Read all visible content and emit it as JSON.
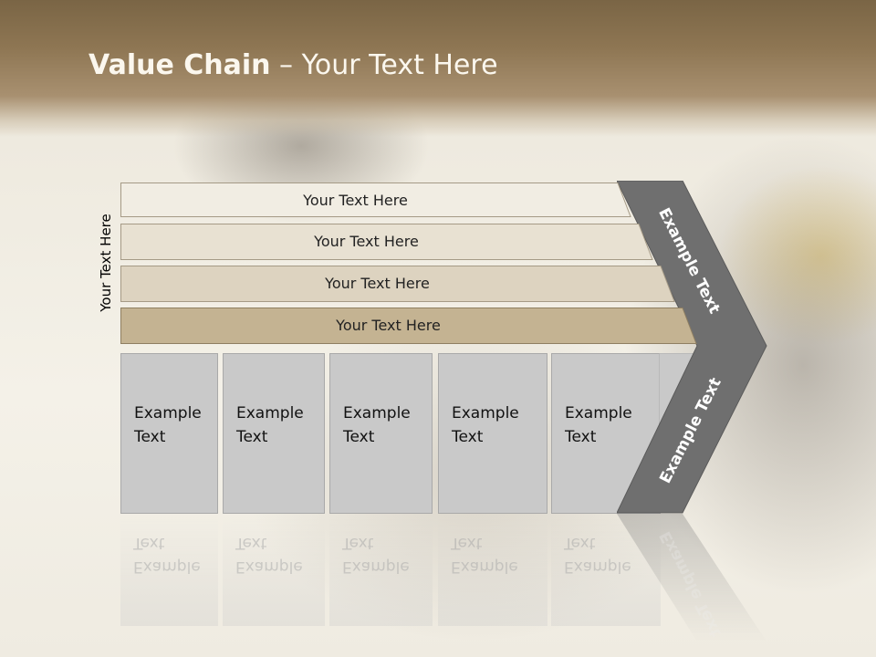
{
  "slide": {
    "title_bold": "Value Chain",
    "title_rest": " – Your Text Here",
    "side_label": "Your Text Here",
    "rows": [
      {
        "label": "Your Text Here",
        "color": "#f1ede3"
      },
      {
        "label": "Your Text Here",
        "color": "#e8e1d2"
      },
      {
        "label": "Your Text Here",
        "color": "#ddd3c0"
      },
      {
        "label": "Your Text Here",
        "color": "#c4b392"
      }
    ],
    "boxes": [
      {
        "line1": "Example",
        "line2": "Text"
      },
      {
        "line1": "Example",
        "line2": "Text"
      },
      {
        "line1": "Example",
        "line2": "Text"
      },
      {
        "line1": "Example",
        "line2": "Text"
      },
      {
        "line1": "Example",
        "line2": "Text"
      }
    ],
    "chevron_top_label": "Example Text",
    "chevron_bottom_label": "Example Text",
    "chevron_color": "#6f6f6f"
  }
}
